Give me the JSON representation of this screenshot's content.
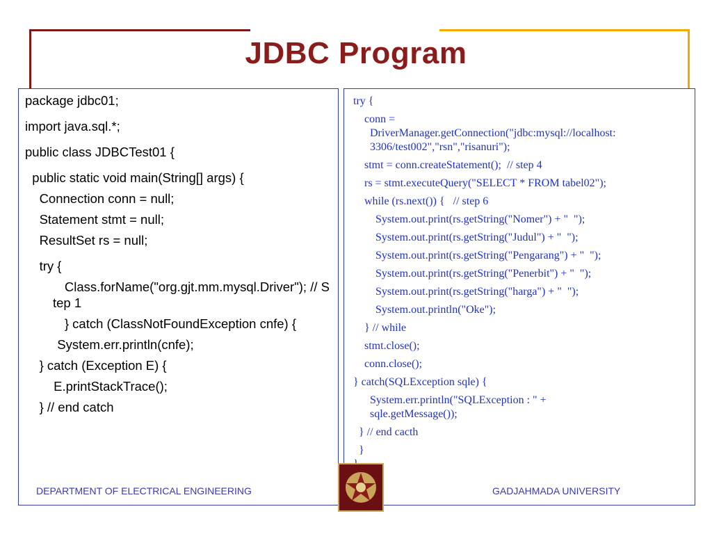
{
  "title": "JDBC Program",
  "left_code": {
    "lines": [
      "package jdbc01;",
      "",
      "import java.sql.*;",
      "",
      "public class JDBCTest01 {",
      "",
      "  public static void main(String[] args) {",
      "    Connection conn = null;",
      "    Statement stmt = null;",
      "    ResultSet rs = null;",
      "",
      "    try {",
      "      Class.forName(\"org.gjt.mm.mysql.Driver\"); // Step 1",
      "      } catch (ClassNotFoundException cnfe) {",
      "         System.err.println(cnfe);",
      "    } catch (Exception E) {",
      "        E.printStackTrace();",
      "    } // end catch"
    ]
  },
  "right_code": {
    "lines": [
      "try {",
      "    conn =",
      "      DriverManager.getConnection(\"jdbc:mysql://localhost:",
      "      3306/test002\",\"rsn\",\"risanuri\");",
      "    stmt = conn.createStatement();  // step 4",
      "    rs = stmt.executeQuery(\"SELECT * FROM tabel02\");",
      "    while (rs.next()) {   // step 6",
      "        System.out.print(rs.getString(\"Nomer\") + \"  \");",
      "        System.out.print(rs.getString(\"Judul\") + \"  \");",
      "        System.out.print(rs.getString(\"Pengarang\") + \"  \");",
      "        System.out.print(rs.getString(\"Penerbit\") + \"  \");",
      "        System.out.print(rs.getString(\"harga\") + \"  \");",
      "        System.out.println(\"Oke\");",
      "    } // while",
      "    stmt.close();",
      "    conn.close();",
      "} catch(SQLException sqle) {",
      "      System.err.println(\"SQLException : \" +",
      "      sqle.getMessage());",
      "  } // end cacth",
      "  }",
      "}"
    ]
  },
  "footer": {
    "left": "DEPARTMENT OF ELECTRICAL ENGINEERING",
    "right": "GADJAHMADA UNIVERSITY"
  },
  "colors": {
    "title": "#8a1c1c",
    "frame_dark": "#7a1a1a",
    "frame_gold": "#f2a900",
    "right_code_text": "#1f32c8",
    "footer_text": "#3a3ab0"
  }
}
